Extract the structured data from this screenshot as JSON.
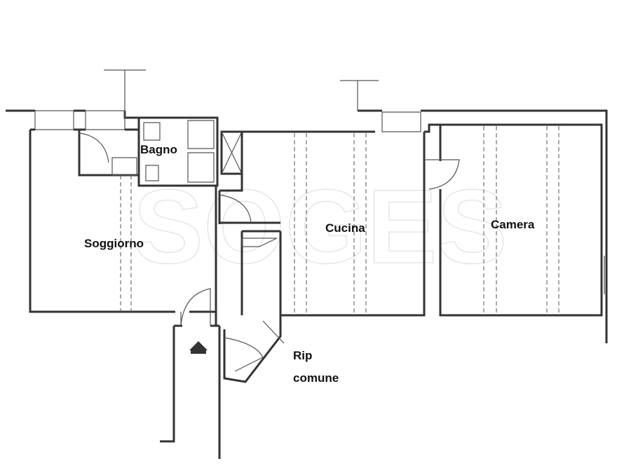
{
  "watermark": "SOGES",
  "rooms": {
    "bagno": "Bagno",
    "soggiorno": "Soggiorno",
    "cucina": "Cucina",
    "camera": "Camera",
    "rip_line1": "Rip",
    "rip_line2": "comune"
  },
  "colors": {
    "wall": "#333333",
    "text": "#111111"
  }
}
